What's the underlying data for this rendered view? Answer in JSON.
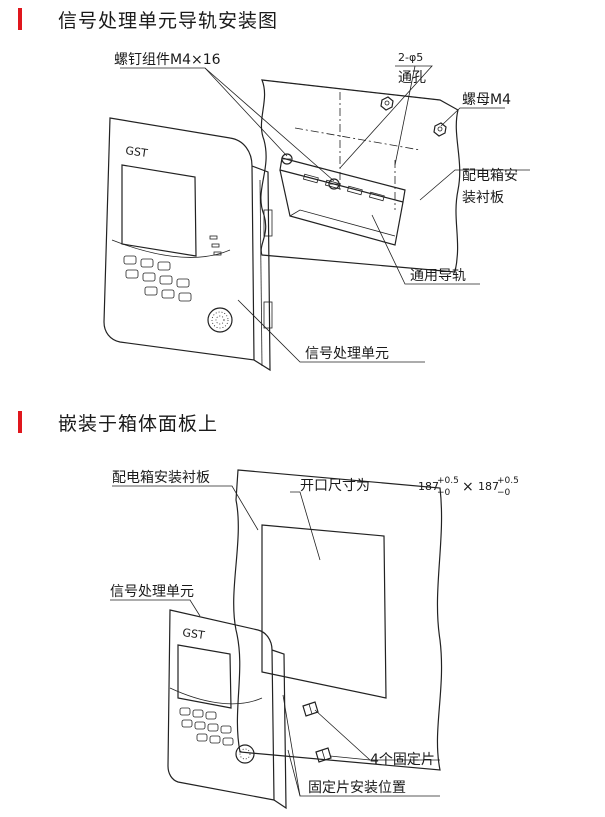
{
  "colors": {
    "accent": "#e0171d",
    "ink": "#1a1a1a"
  },
  "section1": {
    "title": "信号处理单元导轨安装图",
    "labels": {
      "screw": "螺钉组件M4×16",
      "hole_spec": "2-φ5",
      "hole_name": "通孔",
      "nut": "螺母M4",
      "panel_line1": "配电箱安",
      "panel_line2": "装衬板",
      "rail": "通用导轨",
      "unit": "信号处理单元"
    }
  },
  "section2": {
    "title": "嵌装于箱体面板上",
    "labels": {
      "panel": "配电箱安装衬板",
      "opening_prefix": "开口尺寸为",
      "dim_value": "187",
      "dim_tol_upper": "+0.5",
      "dim_tol_lower": "−0",
      "times": "×",
      "unit": "信号处理单元",
      "clips": "4个固定片",
      "clip_position": "固定片安装位置"
    }
  },
  "device": {
    "logo": "GST"
  }
}
